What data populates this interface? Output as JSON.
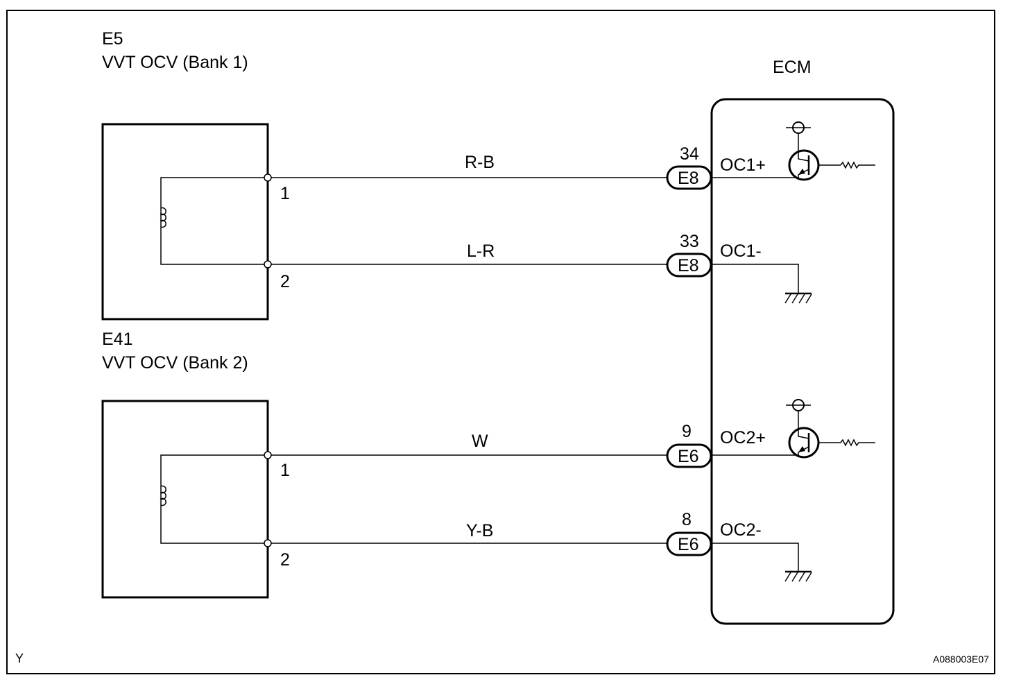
{
  "components": [
    {
      "id": "bank1",
      "code": "E5",
      "name": "VVT OCV (Bank 1)",
      "pins": [
        "1",
        "2"
      ]
    },
    {
      "id": "bank2",
      "code": "E41",
      "name": "VVT OCV (Bank 2)",
      "pins": [
        "1",
        "2"
      ]
    }
  ],
  "ecm": {
    "label": "ECM"
  },
  "wires": [
    {
      "color": "R-B",
      "pin": "34",
      "connector": "E8",
      "terminal": "OC1+",
      "type": "driver"
    },
    {
      "color": "L-R",
      "pin": "33",
      "connector": "E8",
      "terminal": "OC1-",
      "type": "ground"
    },
    {
      "color": "W",
      "pin": "9",
      "connector": "E6",
      "terminal": "OC2+",
      "type": "driver"
    },
    {
      "color": "Y-B",
      "pin": "8",
      "connector": "E6",
      "terminal": "OC2-",
      "type": "ground"
    }
  ],
  "footer": {
    "left_mark": "Y",
    "figure_id": "A088003E07"
  }
}
